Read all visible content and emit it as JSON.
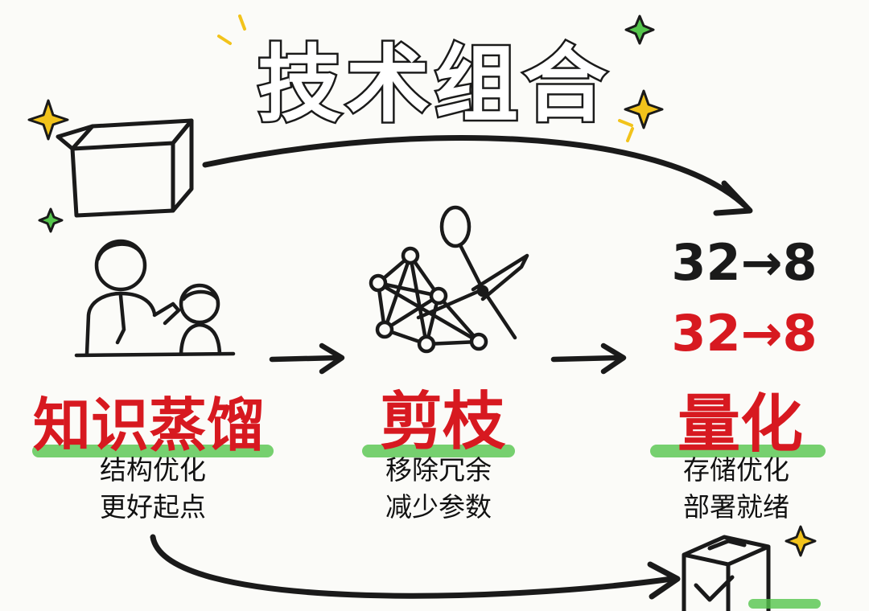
{
  "title": "技术组合",
  "colors": {
    "ink": "#1a1a1a",
    "red": "#d71920",
    "green": "#55c64c",
    "yellow": "#f2c31b"
  },
  "stages": [
    {
      "id": "distill",
      "icon": "teacher-student-icon",
      "title": "知识蒸馏",
      "lines": [
        "结构优化",
        "更好起点"
      ]
    },
    {
      "id": "prune",
      "icon": "scissors-network-icon",
      "title": "剪枝",
      "lines": [
        "移除冗余",
        "减少参数"
      ]
    },
    {
      "id": "quant",
      "icon": "bits-reduction",
      "title": "量化",
      "lines": [
        "存储优化",
        "部署就绪"
      ]
    }
  ],
  "quant_bits": {
    "black": "32→8",
    "red": "32→8"
  },
  "icons": [
    "open-box-icon",
    "checked-box-icon",
    "sparkle-icon"
  ]
}
